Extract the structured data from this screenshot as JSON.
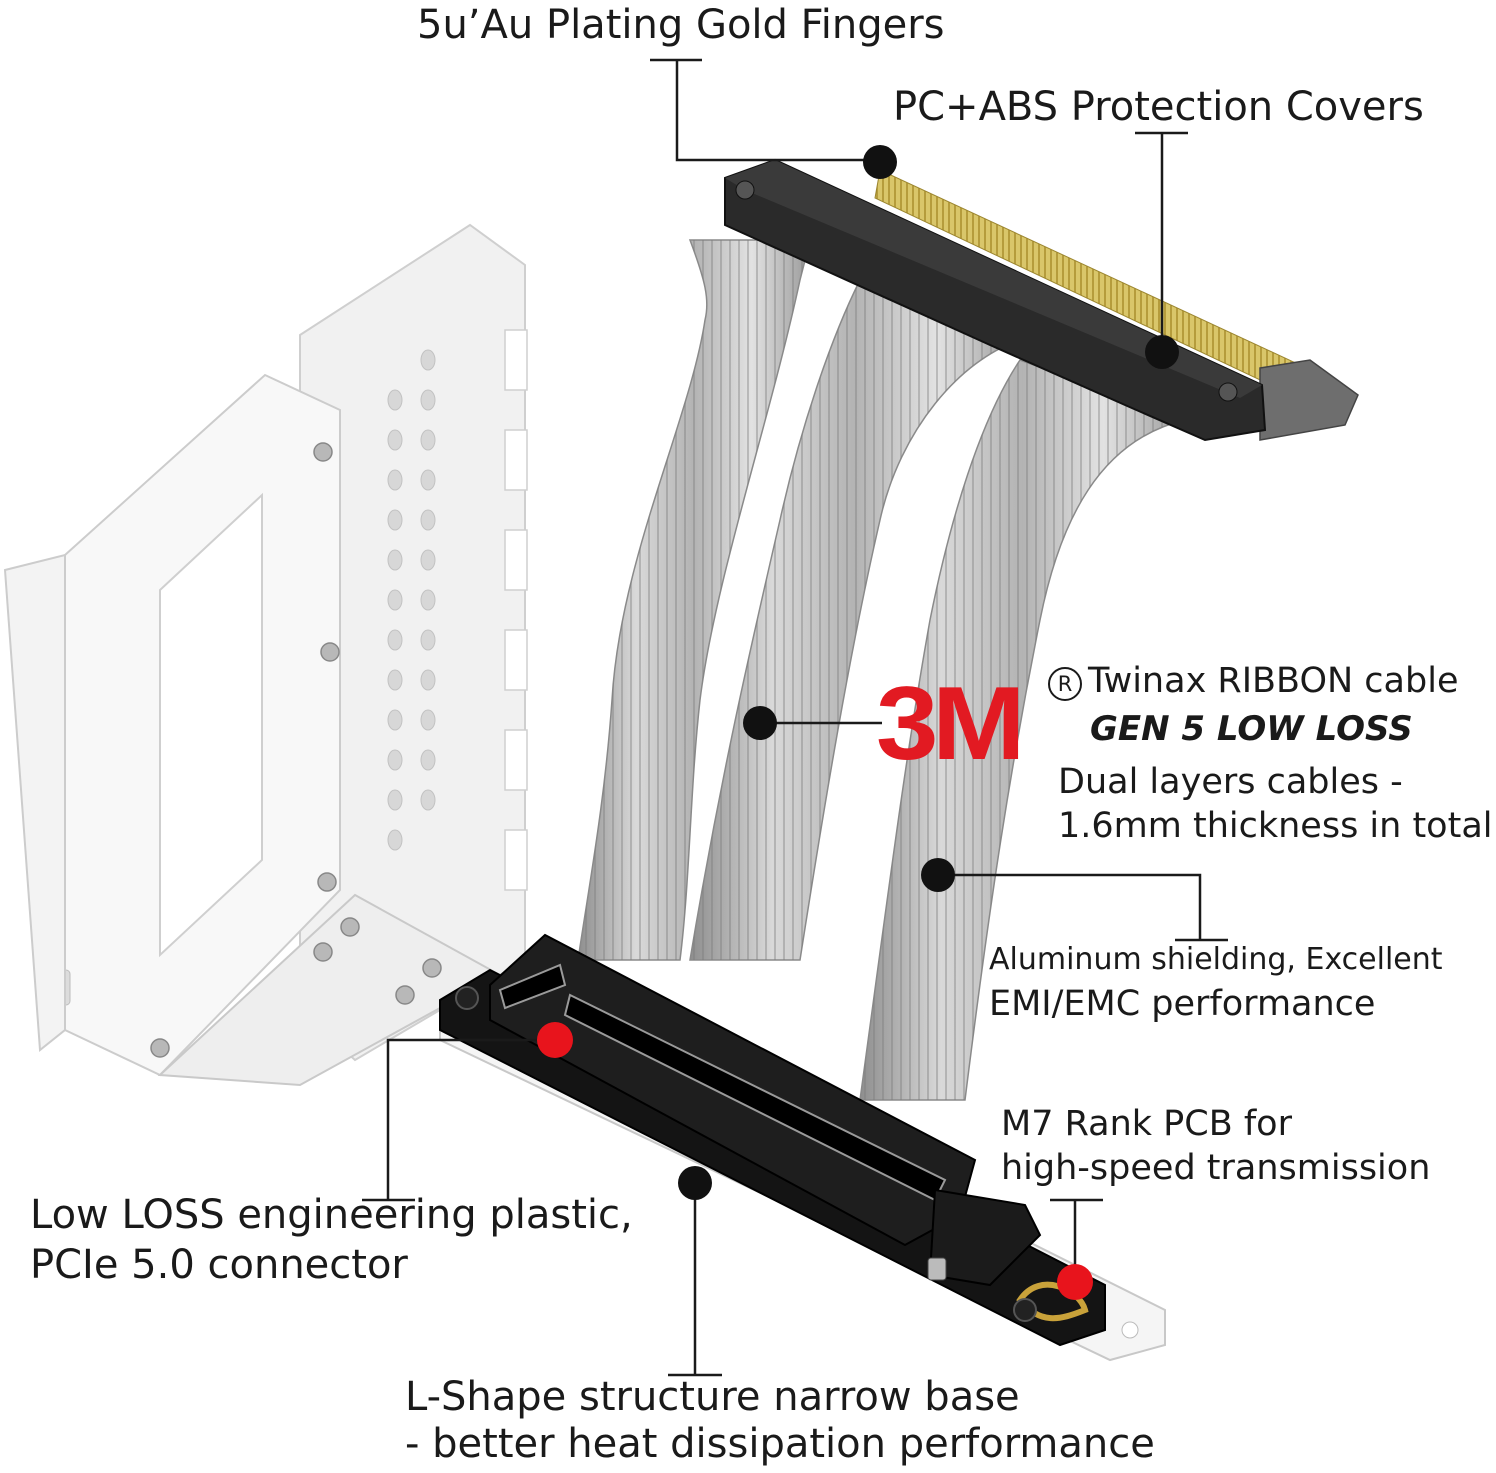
{
  "callouts": {
    "gold_fingers": "5u’Au Plating Gold Fingers",
    "protection_covers": "PC+ABS Protection Covers",
    "logo_text": "3M",
    "registered_mark": "R",
    "twinax": "Twinax RIBBON cable",
    "gen5": "GEN 5 LOW LOSS",
    "dual_layers_1": "Dual  layers cables -",
    "dual_layers_2": "1.6mm thickness in total",
    "aluminum_1": "Aluminum shielding, Excellent",
    "aluminum_2": "EMI/EMC performance",
    "pcb_1": "M7 Rank PCB for",
    "pcb_2": "high-speed  transmission",
    "plastic_1": "Low LOSS engineering plastic,",
    "plastic_2": "PCIe 5.0 connector",
    "lshape_1": "L-Shape structure  narrow base",
    "lshape_2": "- better heat dissipation performance"
  },
  "colors": {
    "red_marker": "#e8141c",
    "black_marker": "#111111",
    "logo_red": "#e21a22"
  }
}
